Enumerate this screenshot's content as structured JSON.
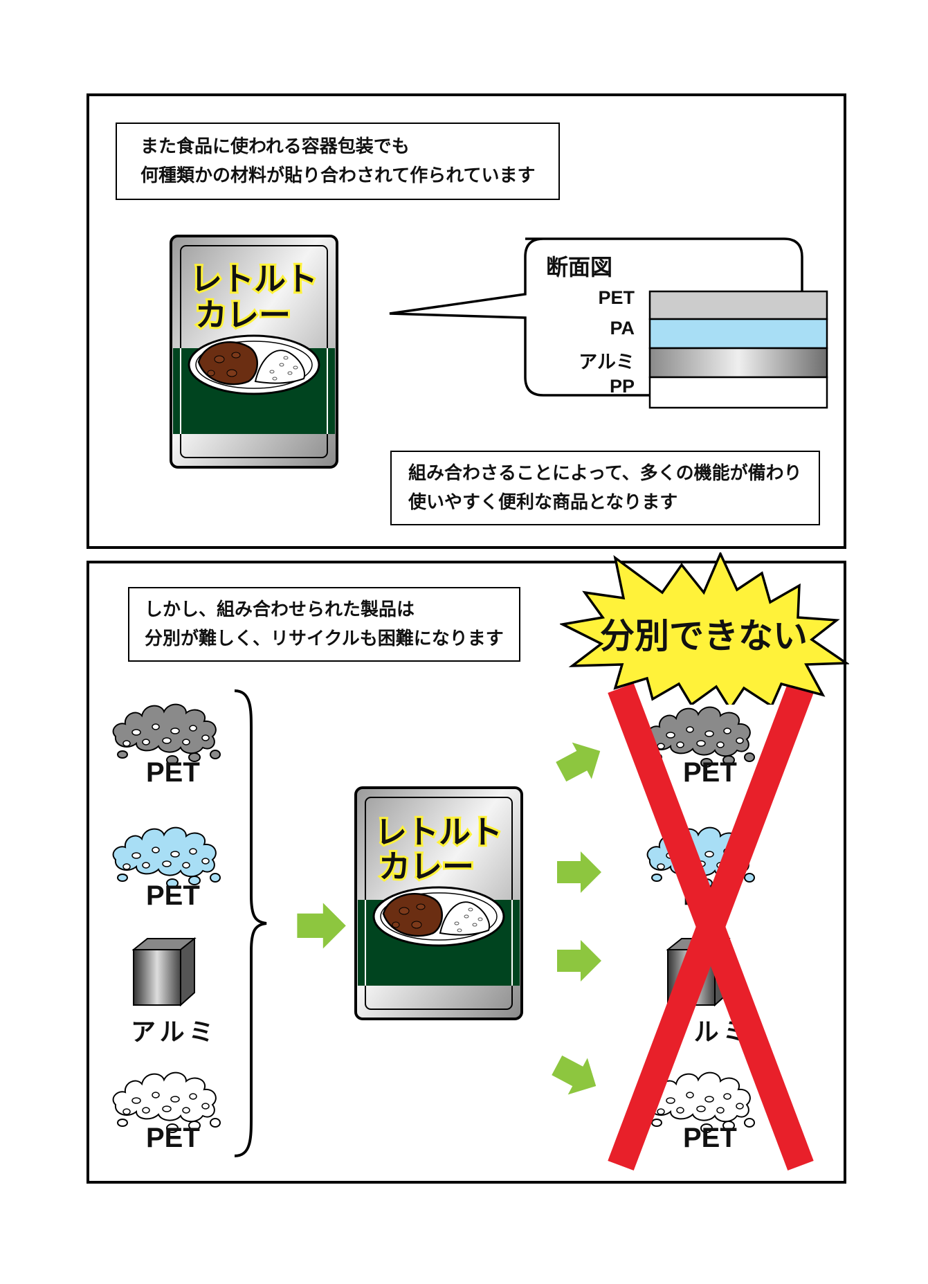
{
  "panel1": {
    "caption": {
      "line1": "また食品に使われる容器包装でも",
      "line2": "何種類かの材料が貼り合わされて作られています"
    },
    "pouch": {
      "line1": "レトルト",
      "line2": "カレー"
    },
    "cross_section": {
      "title": "断面図",
      "layers": [
        {
          "label": "PET",
          "color": "#cccccc"
        },
        {
          "label": "PA",
          "color": "#a8def5"
        },
        {
          "label": "アルミ",
          "color": "metallic-gradient"
        },
        {
          "label": "PP",
          "color": "#ffffff"
        }
      ]
    },
    "caption2": {
      "line1": "組み合わさることによって、多くの機能が備わり",
      "line2": "使いやすく便利な商品となります"
    }
  },
  "panel2": {
    "caption": {
      "line1": "しかし、組み合わせられた製品は",
      "line2": "分別が難しく、リサイクルも困難になります"
    },
    "materials": [
      {
        "label": "PET",
        "icon": "pellet-pile-icon",
        "color": "#8a8a8a"
      },
      {
        "label": "PET",
        "icon": "pellet-pile-icon",
        "color": "#a8def5"
      },
      {
        "label": "アルミ",
        "icon": "metal-cube-icon",
        "color": "metallic"
      },
      {
        "label": "PET",
        "icon": "pellet-pile-icon",
        "color": "#ffffff"
      }
    ],
    "pouch": {
      "line1": "レトルト",
      "line2": "カレー"
    },
    "burst": "分別できない",
    "colors": {
      "arrow": "#8dc63f",
      "cross": "#e8202a",
      "burst": "#fff23a",
      "pouch_band": "#00441f"
    }
  }
}
